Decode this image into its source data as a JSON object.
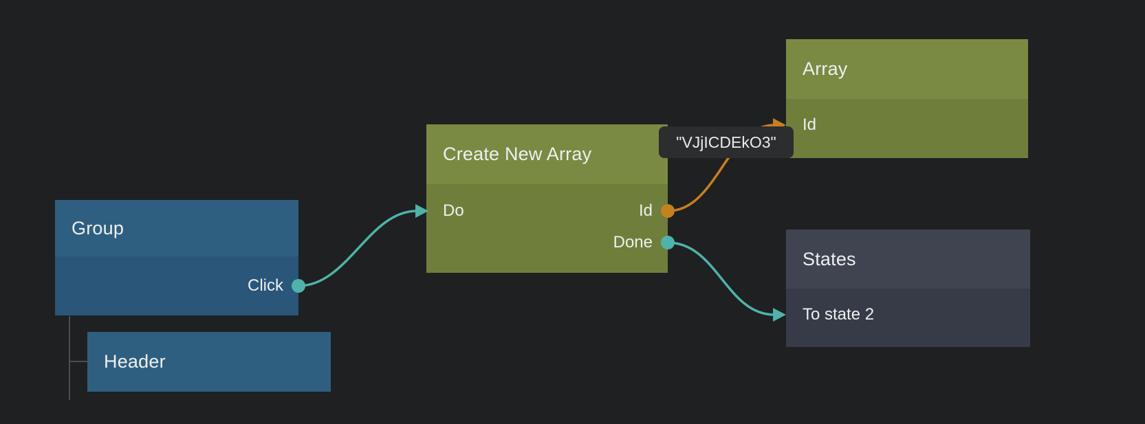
{
  "colors": {
    "background": "#1f2022",
    "teal_accent": "#4fb3aa",
    "orange_accent": "#c5801f",
    "blue_node_header": "#2f5f80",
    "blue_node_body": "#2a567a",
    "green_node_header": "#7b8a43",
    "green_node_body": "#6f7f3b",
    "slate_node_header": "#3f4450",
    "slate_node_body": "#363b47",
    "tooltip_bg": "#2c2d2f"
  },
  "nodes": {
    "group": {
      "title": "Group",
      "ports": {
        "click": "Click"
      }
    },
    "header": {
      "title": "Header"
    },
    "create_new_array": {
      "title": "Create New Array",
      "ports": {
        "do": "Do",
        "id": "Id",
        "done": "Done"
      }
    },
    "array": {
      "title": "Array",
      "ports": {
        "id": "Id"
      }
    },
    "states": {
      "title": "States",
      "ports": {
        "to_state_2": "To state 2"
      }
    }
  },
  "tooltip": {
    "text": "\"VJjICDEkO3\""
  },
  "connections": [
    {
      "from": "Group.Click",
      "to": "Create New Array.Do",
      "color": "#4fb3aa"
    },
    {
      "from": "Create New Array.Id",
      "to": "Array.Id",
      "color": "#c5801f",
      "value_label": "\"VJjICDEkO3\""
    },
    {
      "from": "Create New Array.Done",
      "to": "States.To state 2",
      "color": "#4fb3aa"
    }
  ],
  "hierarchy": {
    "parent": "Group",
    "child": "Header"
  }
}
